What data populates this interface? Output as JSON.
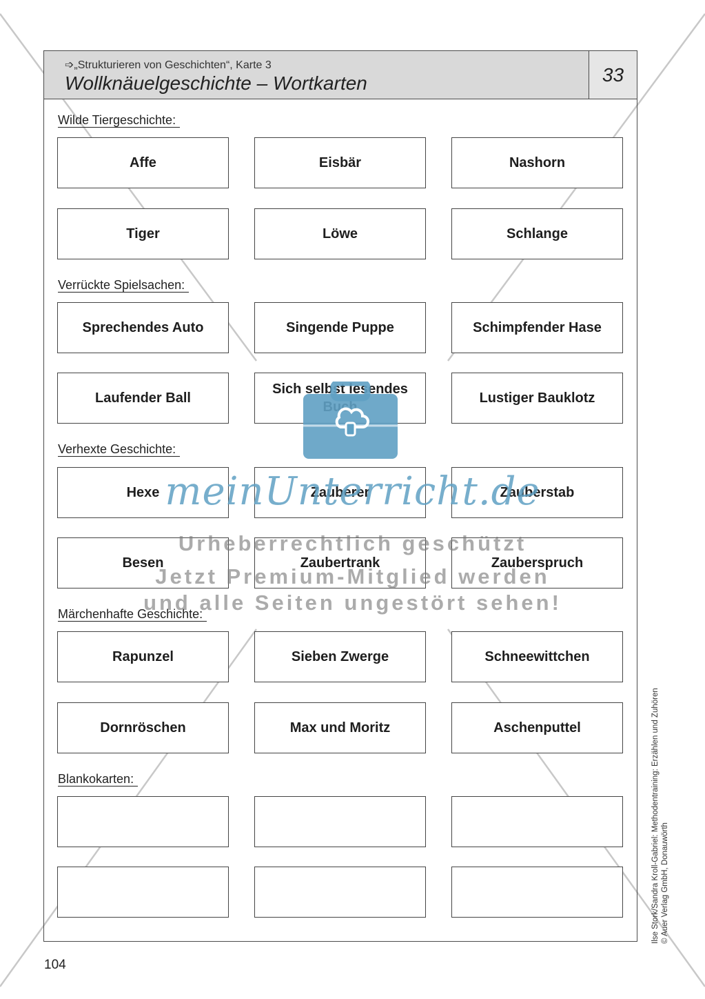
{
  "header": {
    "subtitle": "➩„Strukturieren von Geschichten“, Karte 3",
    "title": "Wollknäuelgeschichte – Wortkarten",
    "number": "33"
  },
  "sections": [
    {
      "label": "Wilde Tiergeschichte:",
      "cards": [
        "Affe",
        "Eisbär",
        "Nashorn",
        "Tiger",
        "Löwe",
        "Schlange"
      ]
    },
    {
      "label": "Verrückte Spielsachen:",
      "cards": [
        "Sprechendes Auto",
        "Singende Puppe",
        "Schimpfender Hase",
        "Laufender Ball",
        "Sich selbst lesendes Buch",
        "Lustiger Bauklotz"
      ]
    },
    {
      "label": "Verhexte Geschichte:",
      "cards": [
        "Hexe",
        "Zauberer",
        "Zauberstab",
        "Besen",
        "Zaubertrank",
        "Zauberspruch"
      ]
    },
    {
      "label": "Märchenhafte Geschichte:",
      "cards": [
        "Rapunzel",
        "Sieben Zwerge",
        "Schneewittchen",
        "Dornröschen",
        "Max und Moritz",
        "Aschenputtel"
      ]
    },
    {
      "label": "Blankokarten:",
      "cards": [
        "",
        "",
        "",
        "",
        "",
        ""
      ]
    }
  ],
  "page_number": "104",
  "side_credit": {
    "line1": "Ilse Stork/Sandra Kroll-Gabriel: Methodentraining: Erzählen und Zuhören",
    "line2": "© Auer Verlag GmbH, Donauwörth"
  },
  "watermark": {
    "brand": "meinUnterricht.de",
    "line1": "Urheberrechtlich geschützt",
    "line2": "Jetzt Premium-Mitglied werden",
    "line3": "und alle Seiten ungestört sehen!",
    "color": "#5fa0c3"
  }
}
